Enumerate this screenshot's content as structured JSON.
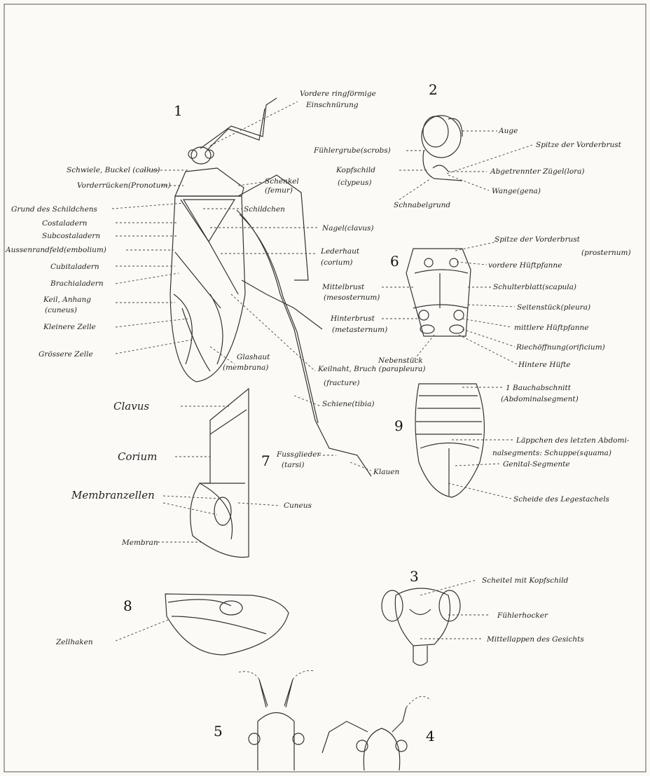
{
  "figure_numbers": {
    "f1": "1",
    "f2": "2",
    "f3": "3",
    "f4": "4",
    "f5": "5",
    "f6": "6",
    "f7": "7",
    "f8": "8",
    "f9": "9"
  },
  "fig1": {
    "vordere": "Vordere ringförmige",
    "einschn": "Einschnürung",
    "schwiele": "Schwiele, Buckel (callus)",
    "vorderruecken": "Vorderrücken(Pronotum)",
    "schenkel": "Schenkel",
    "femur": "(femur)",
    "grund": "Grund des Schildchens",
    "schildchen": "Schildchen",
    "costal": "Costaladern",
    "subcostal": "Subcostaladern",
    "nagel": "Nagel(clavus)",
    "aussen": "Aussenrandfeld(embolium)",
    "leder": "Lederhaut",
    "corium": "(corium)",
    "cubital": "Cubitaladern",
    "brachial": "Brachialadern",
    "keil": "Keil, Anhang",
    "cuneus": "(cuneus)",
    "kleinere": "Kleinere Zelle",
    "groessere": "Grössere Zelle",
    "glashaut": "Glashaut",
    "membrana": "(membrana)",
    "keilnaht": "Keilnaht, Bruch (parapleura)",
    "fractura": "(fracture)",
    "schiene": "Schiene(tibia)",
    "fuss": "Fussglieder",
    "tarsi": "(tarsi)",
    "klauen": "Klauen"
  },
  "fig2": {
    "auge": "Auge",
    "spitze": "Spitze der Vorderbrust",
    "fuehler": "Fühlergrube(scrobs)",
    "kopf": "Kopfschild",
    "clypeus": "(clypeus)",
    "zuegel": "Abgetrennter Zügel(lora)",
    "wange": "Wange(gena)",
    "schnabel": "Schnabelgrund"
  },
  "fig6": {
    "spitze": "Spitze der Vorderbrust",
    "prost": "(prosternum)",
    "vhuft": "vordere Hüftpfanne",
    "mittel": "Mittelbrust",
    "meso": "(mesosternum)",
    "schulter": "Schulterblatt(scapula)",
    "seiten": "Seitenstück(pleura)",
    "hinter": "Hinterbrust",
    "meta": "(metasternum)",
    "mhuft": "mittlere Hüftpfanne",
    "riech": "Riechöffnung(orificium)",
    "neben": "Nebenstück",
    "hhuefte": "Hintere Hüfte"
  },
  "fig9": {
    "bauch": "1 Bauchabschnitt",
    "abd": "(Abdominalsegment)",
    "laepp": "Läppchen des letzten Abdomi-",
    "nal": "nalsegments: Schuppe(squama)",
    "genital": "Genital-Segmente",
    "scheide": "Scheide des Legestachels"
  },
  "fig7": {
    "clavus": "Clavus",
    "corium": "Corium",
    "membranzellen": "Membranzellen",
    "cuneus": "Cuneus",
    "membran": "Membran"
  },
  "fig8": {
    "zellhaken": "Zellhaken"
  },
  "fig3": {
    "scheitel": "Scheitel mit Kopfschild",
    "fuehlerhoecker": "Fühlerhocker",
    "mittellappen": "Mittellappen des Gesichts"
  }
}
